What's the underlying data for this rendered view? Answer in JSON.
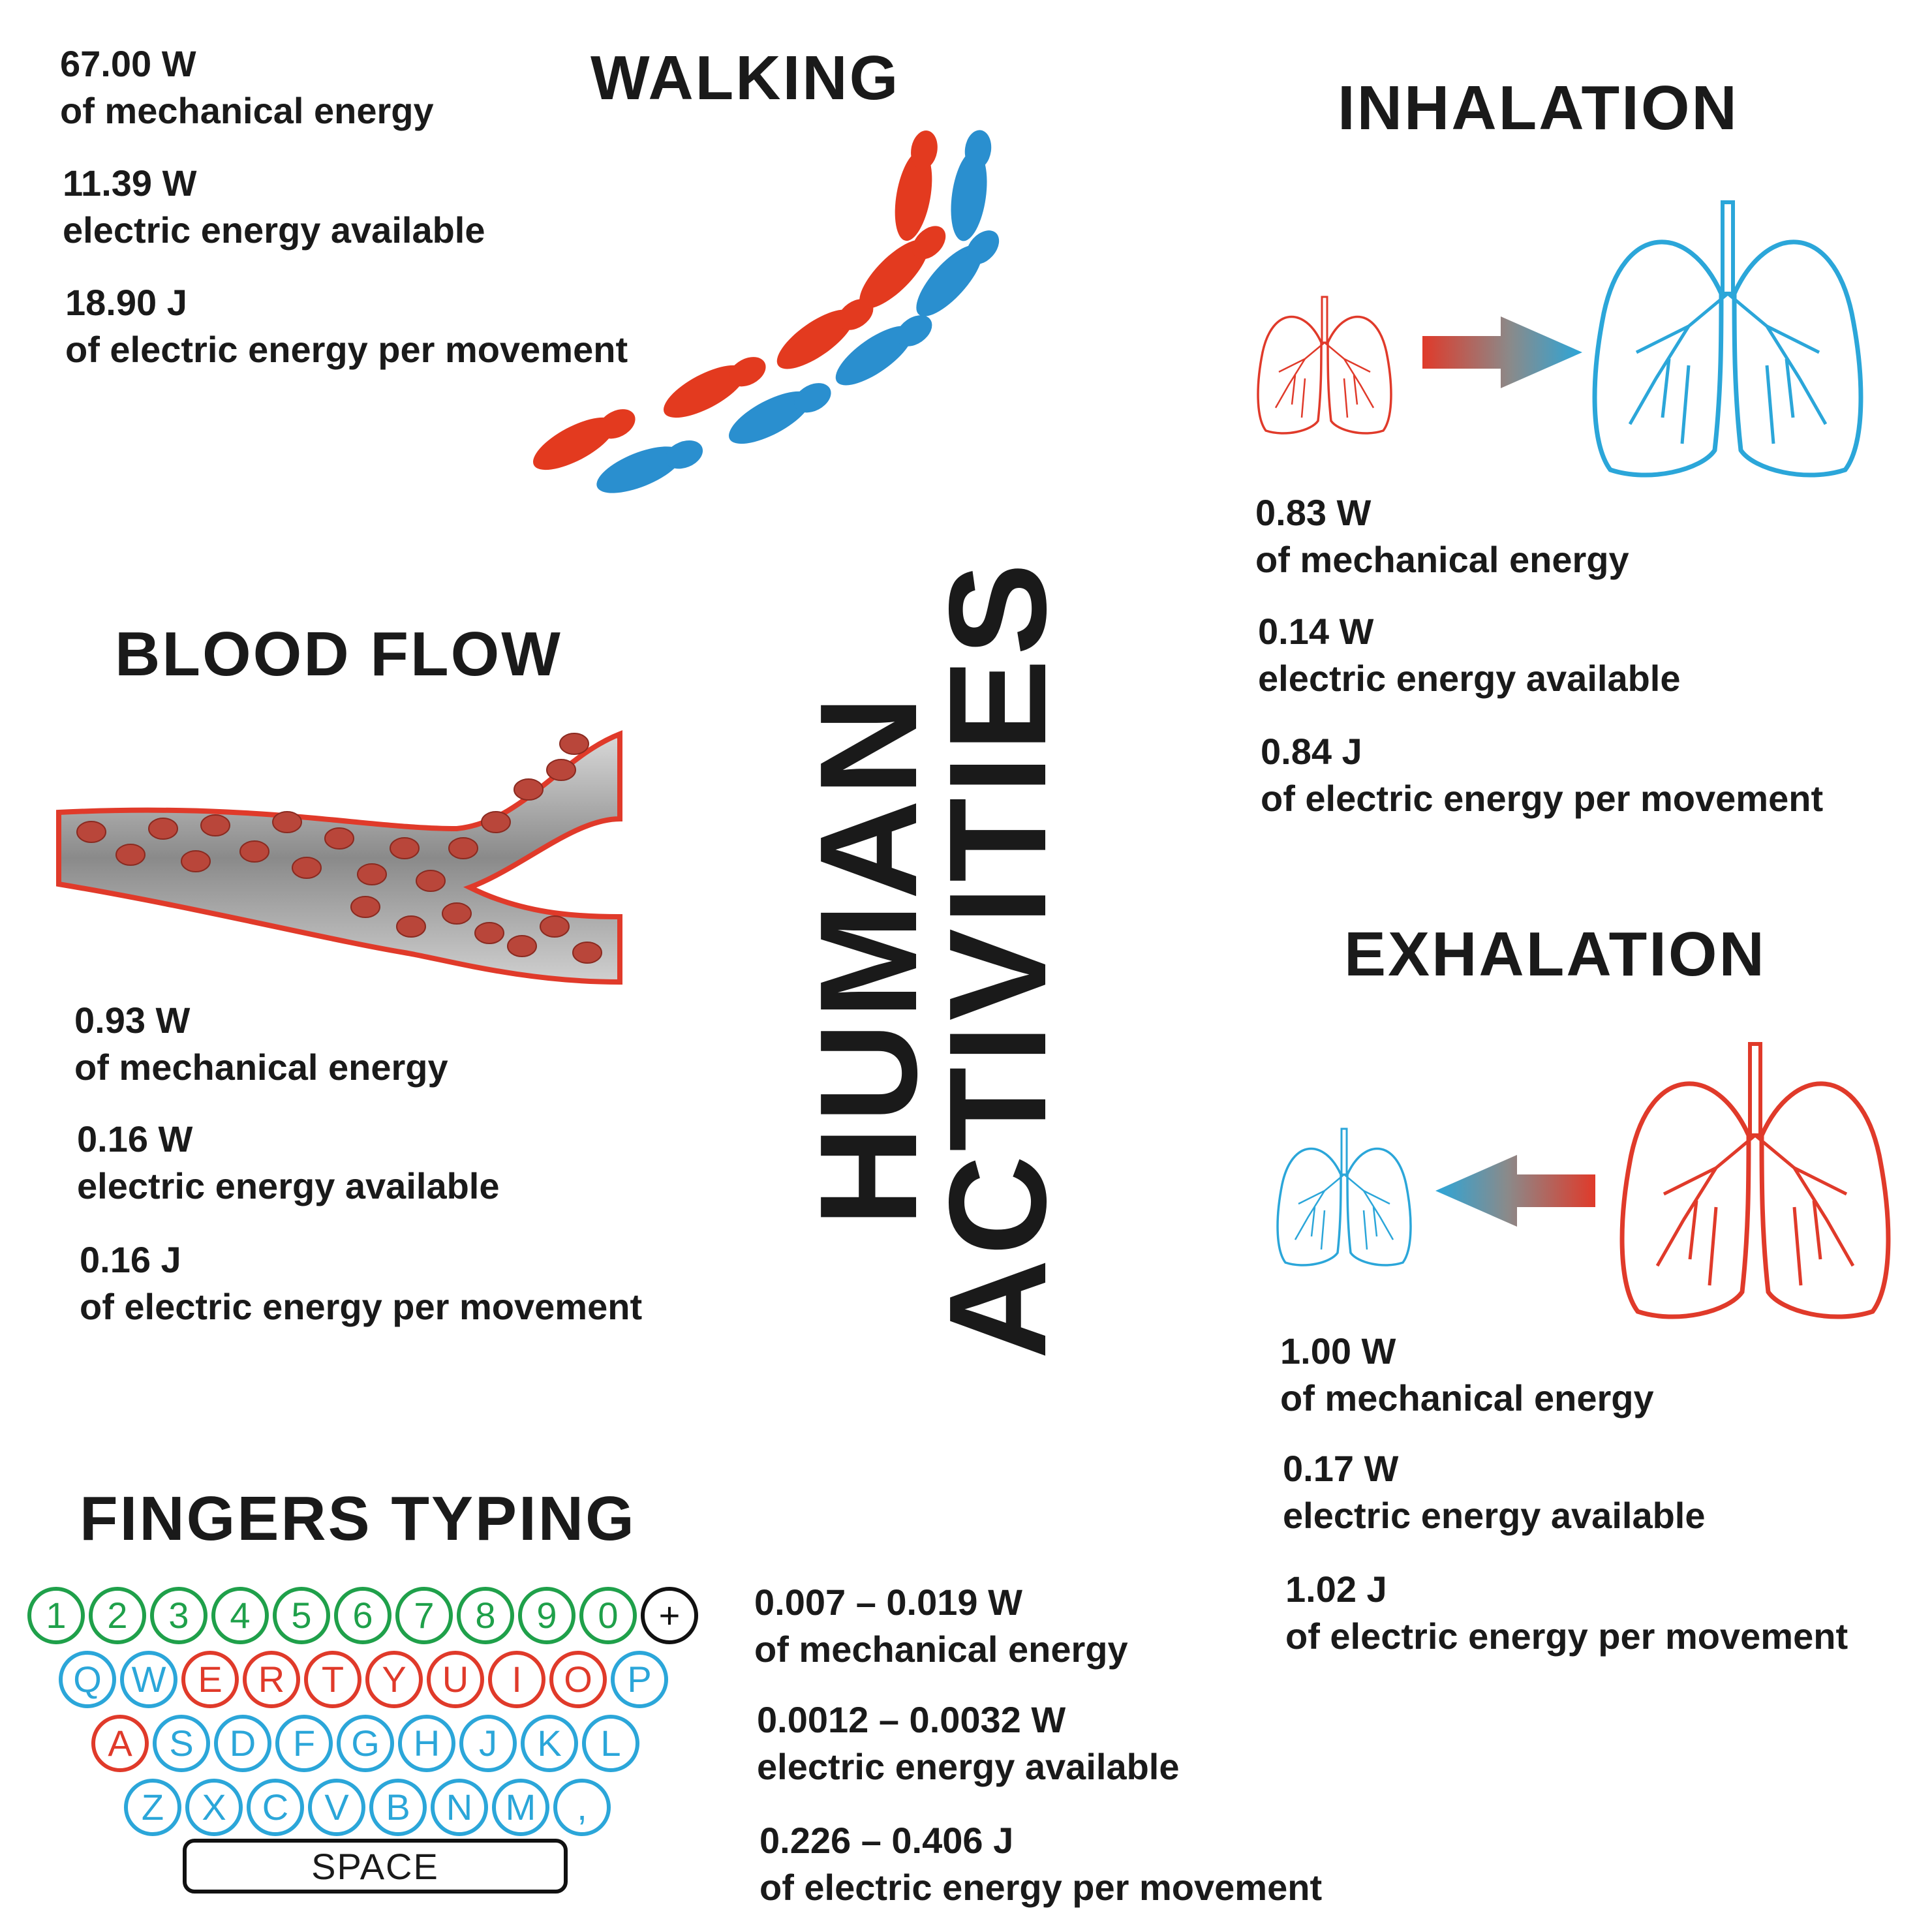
{
  "center_title": [
    "HUMAN",
    "ACTIVITIES"
  ],
  "walking": {
    "title": "WALKING",
    "stats": [
      {
        "value": "67.00 W",
        "desc": "of mechanical energy"
      },
      {
        "value": "11.39 W",
        "desc": "electric energy available"
      },
      {
        "value": "18.90 J",
        "desc": "of electric energy per movement"
      }
    ]
  },
  "blood_flow": {
    "title": "BLOOD FLOW",
    "stats": [
      {
        "value": "0.93 W",
        "desc": "of mechanical energy"
      },
      {
        "value": "0.16 W",
        "desc": "electric energy available"
      },
      {
        "value": "0.16 J",
        "desc": "of electric energy per movement"
      }
    ]
  },
  "inhalation": {
    "title": "INHALATION",
    "stats": [
      {
        "value": "0.83 W",
        "desc": "of mechanical energy"
      },
      {
        "value": "0.14 W",
        "desc": "electric energy available"
      },
      {
        "value": "0.84 J",
        "desc": "of electric energy per movement"
      }
    ]
  },
  "exhalation": {
    "title": "EXHALATION",
    "stats": [
      {
        "value": "1.00 W",
        "desc": "of mechanical energy"
      },
      {
        "value": "0.17 W",
        "desc": "electric energy available"
      },
      {
        "value": "1.02 J",
        "desc": "of electric energy per movement"
      }
    ]
  },
  "typing": {
    "title": "FINGERS TYPING",
    "stats": [
      {
        "value": "0.007 – 0.019 W",
        "desc": "of mechanical energy"
      },
      {
        "value": "0.0012 – 0.0032 W",
        "desc": "electric energy available"
      },
      {
        "value": "0.226 – 0.406 J",
        "desc": "of electric energy per movement"
      }
    ],
    "keyboard": {
      "rows": [
        [
          "1",
          "2",
          "3",
          "4",
          "5",
          "6",
          "7",
          "8",
          "9",
          "0",
          "+"
        ],
        [
          "Q",
          "W",
          "E",
          "R",
          "T",
          "Y",
          "U",
          "I",
          "O",
          "P"
        ],
        [
          "A",
          "S",
          "D",
          "F",
          "G",
          "H",
          "J",
          "K",
          "L"
        ],
        [
          "Z",
          "X",
          "C",
          "V",
          "B",
          "N",
          "M",
          ","
        ]
      ],
      "space_label": "SPACE",
      "highlighted_keys": [
        "E",
        "R",
        "T",
        "Y",
        "U",
        "I",
        "O",
        "A"
      ]
    }
  },
  "colors": {
    "red": "#e03a2a",
    "blue": "#2ba6d9",
    "green": "#1fa04a",
    "text": "#1a1a1a"
  },
  "icons": [
    "footprints-icon",
    "blood-vessel-icon",
    "lungs-icon",
    "arrow-icon",
    "keyboard-icon"
  ]
}
